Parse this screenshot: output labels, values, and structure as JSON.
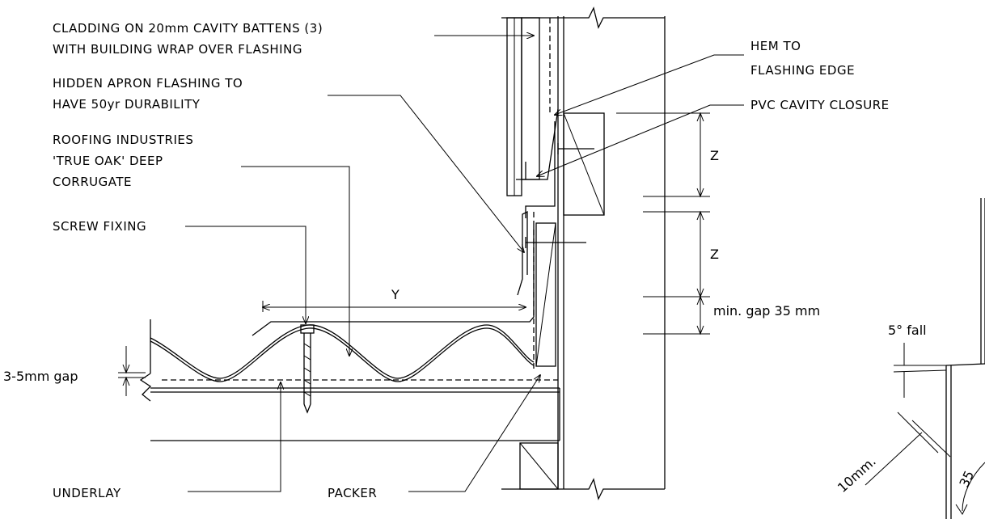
{
  "labels": {
    "cladding_line1": "CLADDING ON 20mm CAVITY BATTENS (3)",
    "cladding_line2": "WITH BUILDING WRAP OVER FLASHING",
    "apron_line1": "HIDDEN APRON FLASHING TO",
    "apron_line2": "HAVE 50yr DURABILITY",
    "roofing_line1": "ROOFING INDUSTRIES",
    "roofing_line2": "'TRUE OAK' DEEP",
    "roofing_line3": "CORRUGATE",
    "screw": "SCREW FIXING",
    "underlay": "UNDERLAY",
    "packer": "PACKER",
    "hem_line1": "HEM TO",
    "hem_line2": "FLASHING EDGE",
    "pvc": "PVC CAVITY CLOSURE"
  },
  "dimensions": {
    "y": "Y",
    "z_upper": "Z",
    "z_lower": "Z",
    "min_gap": "min. gap 35 mm",
    "gap_3_5": "3-5mm gap",
    "fall": "5° fall",
    "ten_mm": "10mm.",
    "partial_35": "35"
  }
}
